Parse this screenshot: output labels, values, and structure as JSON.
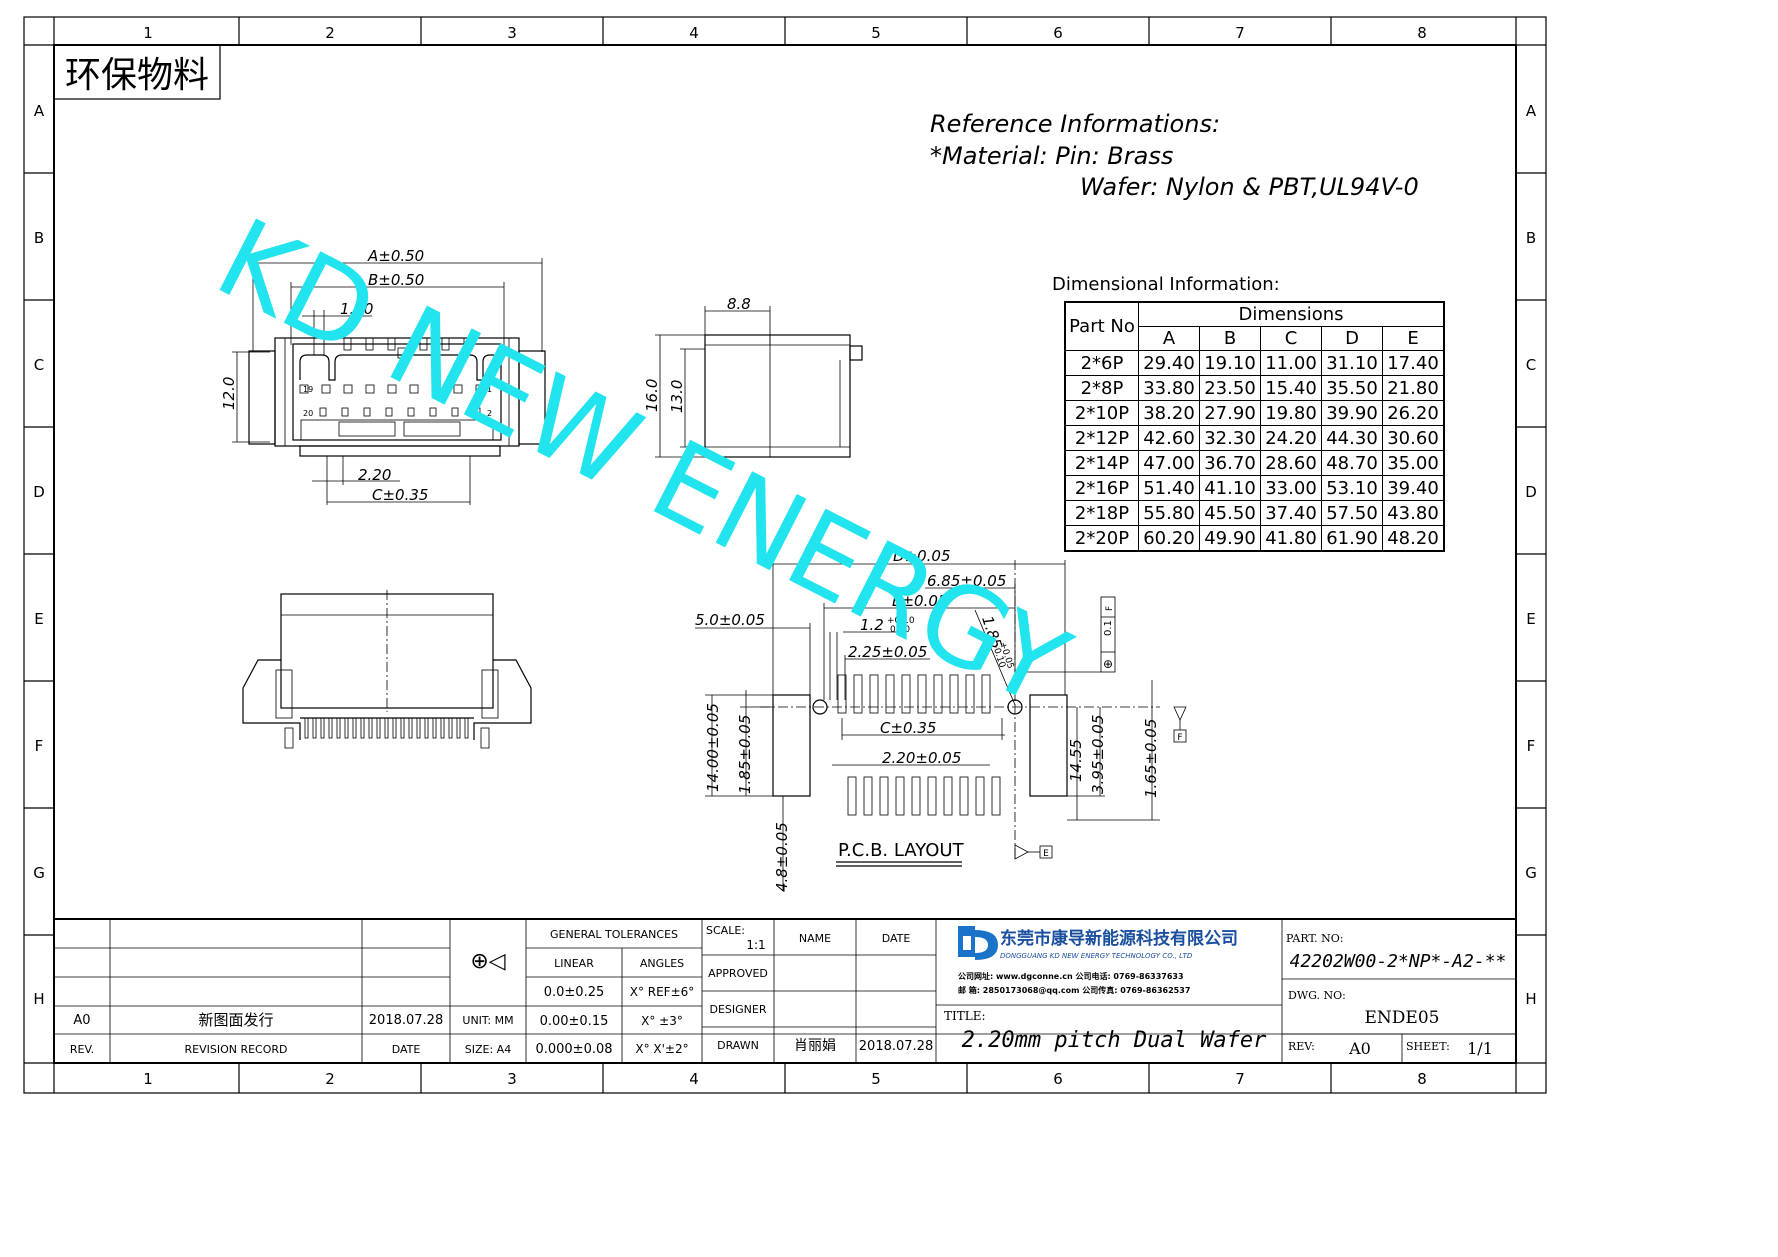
{
  "frame": {
    "cols": [
      "1",
      "2",
      "3",
      "4",
      "5",
      "6",
      "7",
      "8"
    ],
    "rows": [
      "A",
      "B",
      "C",
      "D",
      "E",
      "F",
      "G",
      "H"
    ]
  },
  "badge": "环保物料",
  "watermark": "KD NEW ENERGY",
  "reference": {
    "line1": "Reference Informations:",
    "line2": "*Material: Pin: Brass",
    "line3": "Wafer: Nylon & PBT,UL94V-0"
  },
  "dim_table": {
    "caption": "Dimensional Information:",
    "part_header": "Part No",
    "group_header": "Dimensions",
    "columns": [
      "A",
      "B",
      "C",
      "D",
      "E"
    ],
    "rows": [
      {
        "part": "2*6P",
        "values": [
          "29.40",
          "19.10",
          "11.00",
          "31.10",
          "17.40"
        ]
      },
      {
        "part": "2*8P",
        "values": [
          "33.80",
          "23.50",
          "15.40",
          "35.50",
          "21.80"
        ]
      },
      {
        "part": "2*10P",
        "values": [
          "38.20",
          "27.90",
          "19.80",
          "39.90",
          "26.20"
        ]
      },
      {
        "part": "2*12P",
        "values": [
          "42.60",
          "32.30",
          "24.20",
          "44.30",
          "30.60"
        ]
      },
      {
        "part": "2*14P",
        "values": [
          "47.00",
          "36.70",
          "28.60",
          "48.70",
          "35.00"
        ]
      },
      {
        "part": "2*16P",
        "values": [
          "51.40",
          "41.10",
          "33.00",
          "53.10",
          "39.40"
        ]
      },
      {
        "part": "2*18P",
        "values": [
          "55.80",
          "45.50",
          "37.40",
          "57.50",
          "43.80"
        ]
      },
      {
        "part": "2*20P",
        "values": [
          "60.20",
          "49.90",
          "41.80",
          "61.90",
          "48.20"
        ]
      }
    ]
  },
  "front_view": {
    "a_dim": "A±0.50",
    "b_dim": "B±0.50",
    "pitch_top": "1.10",
    "height": "12.0",
    "pin_label_1": "1",
    "pin_label_2": "2",
    "pin_label_19": "19",
    "pin_label_20": "20",
    "pitch_bottom": "2.20",
    "c_dim": "C±0.35"
  },
  "side_view": {
    "width": "8.8",
    "outer_h": "16.0",
    "inner_h": "13.0"
  },
  "pcb": {
    "d_dim": "D±0.05",
    "d685": "6.85±0.05",
    "e_dim": "E±0.05",
    "d50": "5.0±0.05",
    "d12": "1.2",
    "d12_up": "+0.10",
    "d12_dn": "0.00",
    "d225": "2.25±0.05",
    "d185_top": "1.85",
    "d185_sup": "+0.05",
    "d185_sub": "-0.10",
    "c_dim": "C±0.35",
    "d220": "2.20±0.05",
    "d1400": "14.00±0.05",
    "d185": "1.85±0.05",
    "d48": "4.8±0.05",
    "d1455": "14.55",
    "d395": "3.95±0.05",
    "d165": "1.65±0.05",
    "tol_f_sym": "⊕",
    "tol_f_val": "0.1",
    "tol_f_ref": "F",
    "datum_f": "F",
    "datum_e": "E",
    "layout_label": "P.C.B. LAYOUT"
  },
  "title_block": {
    "rev_row": {
      "rev": "A0",
      "record": "新图面发行",
      "date": "2018.07.28"
    },
    "rev_header": {
      "rev": "REV.",
      "record": "REVISION RECORD",
      "date": "DATE"
    },
    "projection_icon": "⊕◁",
    "unit": "UNIT: MM",
    "size": "SIZE: A4",
    "tol_header": "GENERAL TOLERANCES",
    "linear": "LINEAR",
    "angles": "ANGLES",
    "lin": [
      "0.0±0.25",
      "0.00±0.15",
      "0.000±0.08"
    ],
    "ang": [
      "X° REF±6°",
      "X° ±3°",
      "X° X'±2°"
    ],
    "scale_label": "SCALE:",
    "scale_value": "1:1",
    "name_header": "NAME",
    "date_header": "DATE",
    "approved": "APPROVED",
    "designer": "DESIGNER",
    "drawn": "DRAWN",
    "drawn_name": "肖丽娟",
    "drawn_date": "2018.07.28",
    "company_cn": "东莞市康导新能源科技有限公司",
    "company_en": "DONGGUANG KD NEW ENERGY TECHNOLOGY CO., LTD",
    "company_line1": "公司网址: www.dgconne.cn  公司电话: 0769-86337633",
    "company_line2": "邮    箱: 2850173068@qq.com  公司传真: 0769-86362537",
    "title_label": "TITLE:",
    "title": "2.20mm pitch Dual Wafer",
    "part_no_label": "PART. NO:",
    "part_no": "42202W00-2*NP*-A2-**",
    "dwg_no_label": "DWG. NO:",
    "dwg_no": "ENDE05",
    "rev_label": "REV:",
    "rev_value": "A0",
    "sheet_label": "SHEET:",
    "sheet_value": "1/1"
  },
  "colors": {
    "watermark": "#22e4ee",
    "logo": "#1a72c9",
    "line": "#000000"
  }
}
